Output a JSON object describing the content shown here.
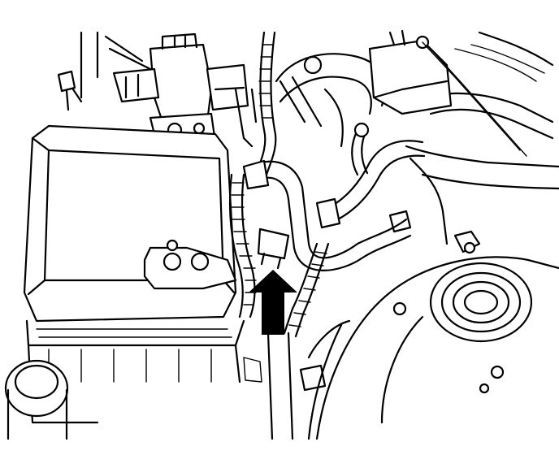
{
  "diagram": {
    "colors": {
      "ink": "#000000",
      "paper": "#ffffff"
    },
    "components": [
      "battery",
      "battery-terminal-clamp",
      "wiring-harness",
      "hose",
      "relay-box",
      "strut-tower",
      "reservoir-cap",
      "air-duct",
      "connector-tab"
    ],
    "callout": {
      "icon": "arrow-up-icon",
      "points_to": "connector-tab"
    }
  }
}
